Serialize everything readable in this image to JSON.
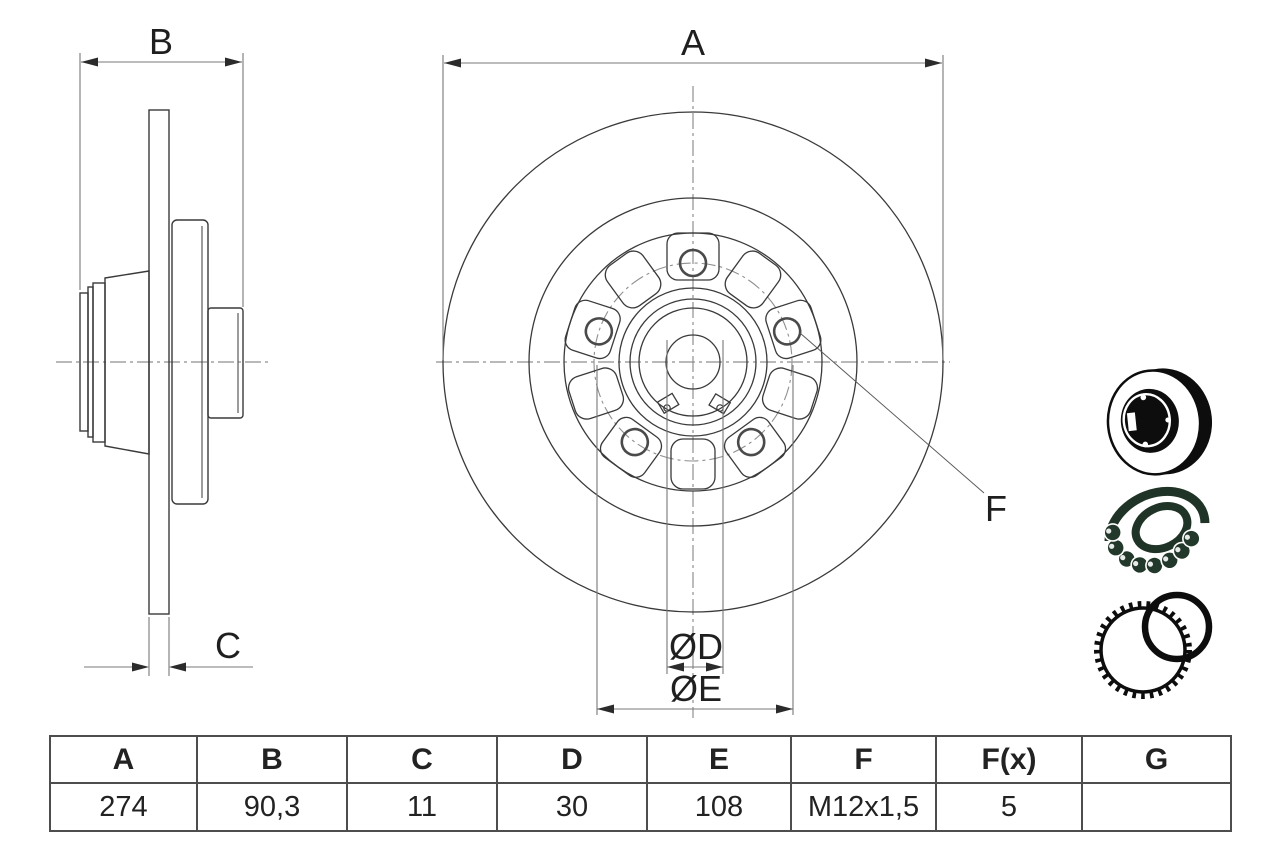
{
  "drawing": {
    "title": "brake-disc-technical-drawing",
    "dim_labels": {
      "a": "A",
      "b": "B",
      "c": "C",
      "d": "ØD",
      "e": "ØE",
      "f": "F"
    },
    "colors": {
      "outline": "#3a3a3a",
      "dimension": "#787878",
      "centerline": "#8f8f8f",
      "arrow": "#2b2b2b",
      "icon_black": "#0d0d0d",
      "icon_green": "#1f3326"
    }
  },
  "icons": {
    "disc": "brake-disc-icon",
    "bearing": "wheel-bearing-icon",
    "abs": "abs-ring-icon"
  },
  "table": {
    "headers": [
      "A",
      "B",
      "C",
      "D",
      "E",
      "F",
      "F(x)",
      "G"
    ],
    "values": [
      "274",
      "90,3",
      "11",
      "30",
      "108",
      "M12x1,5",
      "5",
      ""
    ]
  }
}
